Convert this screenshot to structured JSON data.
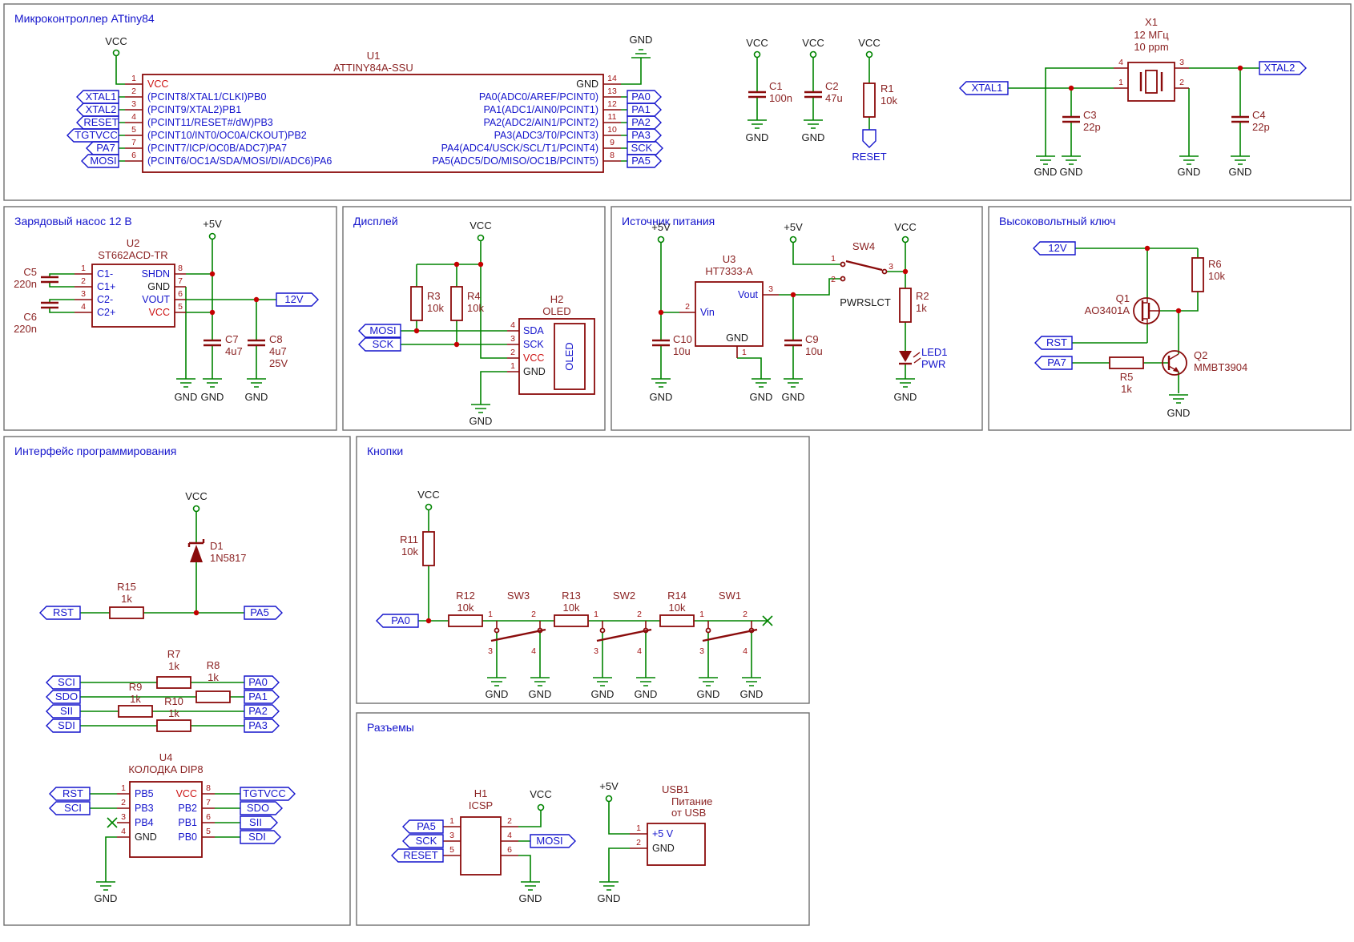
{
  "power": {
    "vcc": "VCC",
    "gnd": "GND",
    "p5": "+5V"
  },
  "sec1": {
    "title": "Микроконтроллер ATtiny84",
    "u1": {
      "ref": "U1",
      "value": "ATTINY84A-SSU",
      "lp": [
        {
          "n": "1",
          "t": "VCC"
        },
        {
          "n": "2",
          "t": "(PCINT8/XTAL1/CLKI)PB0"
        },
        {
          "n": "3",
          "t": "(PCINT9/XTAL2)PB1"
        },
        {
          "n": "4",
          "t": "(PCINT11/RESET#/dW)PB3"
        },
        {
          "n": "5",
          "t": "(PCINT10/INT0/OC0A/CKOUT)PB2"
        },
        {
          "n": "7",
          "t": "(PCINT7/ICP/OC0B/ADC7)PA7"
        },
        {
          "n": "6",
          "t": "(PCINT6/OC1A/SDA/MOSI/DI/ADC6)PA6"
        }
      ],
      "rp": [
        {
          "n": "14",
          "t": "GND"
        },
        {
          "n": "13",
          "t": "PA0(ADC0/AREF/PCINT0)"
        },
        {
          "n": "12",
          "t": "PA1(ADC1/AIN0/PCINT1)"
        },
        {
          "n": "11",
          "t": "PA2(ADC2/AIN1/PCINT2)"
        },
        {
          "n": "10",
          "t": "PA3(ADC3/T0/PCINT3)"
        },
        {
          "n": "9",
          "t": "PA4(ADC4/USCK/SCL/T1/PCINT4)"
        },
        {
          "n": "8",
          "t": "PA5(ADC5/DO/MISO/OC1B/PCINT5)"
        }
      ],
      "ll": [
        "XTAL1",
        "XTAL2",
        "RESET",
        "TGTVCC",
        "PA7",
        "MOSI"
      ],
      "rl": [
        "PA0",
        "PA1",
        "PA2",
        "PA3",
        "SCK",
        "PA5"
      ]
    },
    "c1": {
      "r": "C1",
      "v": "100n"
    },
    "c2": {
      "r": "C2",
      "v": "47u"
    },
    "r1": {
      "r": "R1",
      "v": "10k",
      "net": "RESET"
    },
    "x1": {
      "r": "X1",
      "v": "12 МГц",
      "v2": "10 ppm",
      "p": [
        "4",
        "1",
        "3",
        "2"
      ],
      "l1": "XTAL1",
      "l2": "XTAL2",
      "c3": {
        "r": "C3",
        "v": "22p"
      },
      "c4": {
        "r": "C4",
        "v": "22p"
      }
    }
  },
  "pump": {
    "title": "Зарядовый насос 12 В",
    "u2": {
      "ref": "U2",
      "value": "ST662ACD-TR",
      "lp": [
        {
          "n": "1",
          "t": "C1-"
        },
        {
          "n": "2",
          "t": "C1+"
        },
        {
          "n": "3",
          "t": "C2-"
        },
        {
          "n": "4",
          "t": "C2+"
        }
      ],
      "rp": [
        {
          "n": "8",
          "t": "SHDN"
        },
        {
          "n": "7",
          "t": "GND"
        },
        {
          "n": "6",
          "t": "VOUT"
        },
        {
          "n": "5",
          "t": "VCC"
        }
      ]
    },
    "c5": {
      "r": "C5",
      "v": "220n"
    },
    "c6": {
      "r": "C6",
      "v": "220n"
    },
    "c7": {
      "r": "C7",
      "v": "4u7"
    },
    "c8": {
      "r": "C8",
      "v": "4u7",
      "v2": "25V"
    },
    "out": "12V"
  },
  "disp": {
    "title": "Дисплей",
    "r3": {
      "r": "R3",
      "v": "10k"
    },
    "r4": {
      "r": "R4",
      "v": "10k"
    },
    "mosi": "MOSI",
    "sck": "SCK",
    "h2": {
      "ref": "H2",
      "value": "OLED",
      "screen": "OLED",
      "p": [
        {
          "n": "4",
          "t": "SDA"
        },
        {
          "n": "3",
          "t": "SCK"
        },
        {
          "n": "2",
          "t": "VCC"
        },
        {
          "n": "1",
          "t": "GND"
        }
      ]
    }
  },
  "psu": {
    "title": "Источник питания",
    "u3": {
      "ref": "U3",
      "value": "HT7333-A",
      "vin": "Vin",
      "vout": "Vout",
      "gnd": "GND",
      "n_vin": "2",
      "n_vout": "3",
      "n_gnd": "1"
    },
    "sw4": {
      "ref": "SW4",
      "n1": "1",
      "n2": "2",
      "n3": "3",
      "net": "PWRSLCT"
    },
    "c10": {
      "r": "C10",
      "v": "10u"
    },
    "c9": {
      "r": "C9",
      "v": "10u"
    },
    "r2": {
      "r": "R2",
      "v": "1k"
    },
    "led": {
      "r": "LED1",
      "v": "PWR"
    }
  },
  "hv": {
    "title": "Высоковольтный ключ",
    "in": "12V",
    "rst": "RST",
    "pa7": "PA7",
    "r6": {
      "r": "R6",
      "v": "10k"
    },
    "r5": {
      "r": "R5",
      "v": "1k"
    },
    "q1": {
      "r": "Q1",
      "v": "AO3401A"
    },
    "q2": {
      "r": "Q2",
      "v": "MMBT3904"
    }
  },
  "prog": {
    "title": "Интерфейс программирования",
    "d1": {
      "r": "D1",
      "v": "1N5817"
    },
    "r15": {
      "r": "R15",
      "v": "1k"
    },
    "rst": "RST",
    "pa5": "PA5",
    "r7": {
      "r": "R7",
      "v": "1k"
    },
    "r8": {
      "r": "R8",
      "v": "1k"
    },
    "r9": {
      "r": "R9",
      "v": "1k"
    },
    "r10": {
      "r": "R10",
      "v": "1k"
    },
    "ll": [
      "SCI",
      "SDO",
      "SII",
      "SDI"
    ],
    "rl": [
      "PA0",
      "PA1",
      "PA2",
      "PA3"
    ],
    "u4": {
      "ref": "U4",
      "value": "КОЛОДКА DIP8",
      "lp": [
        {
          "n": "1",
          "t": "PB5"
        },
        {
          "n": "2",
          "t": "PB3"
        },
        {
          "n": "3",
          "t": "PB4"
        },
        {
          "n": "4",
          "t": "GND"
        }
      ],
      "rp": [
        {
          "n": "8",
          "t": "VCC"
        },
        {
          "n": "7",
          "t": "PB2"
        },
        {
          "n": "6",
          "t": "PB1"
        },
        {
          "n": "5",
          "t": "PB0"
        }
      ],
      "ll": [
        "RST",
        "SCI"
      ],
      "rl": [
        "TGTVCC",
        "SDO",
        "SII",
        "SDI"
      ]
    }
  },
  "btn": {
    "title": "Кнопки",
    "pa0": "PA0",
    "r11": {
      "r": "R11",
      "v": "10k"
    },
    "r12": {
      "r": "R12",
      "v": "10k"
    },
    "r13": {
      "r": "R13",
      "v": "10k"
    },
    "r14": {
      "r": "R14",
      "v": "10k"
    },
    "sw3": "SW3",
    "sw2": "SW2",
    "sw1": "SW1",
    "n1": "1",
    "n2": "2",
    "n3": "3",
    "n4": "4"
  },
  "conn": {
    "title": "Разъемы",
    "h1": {
      "ref": "H1",
      "value": "ICSP",
      "n1": "1",
      "n3": "3",
      "n5": "5",
      "n2": "2",
      "n4": "4",
      "n6": "6",
      "pa5": "PA5",
      "sck": "SCK",
      "reset": "RESET",
      "mosi": "MOSI"
    },
    "usb": {
      "ref": "USB1",
      "v1": "Питание",
      "v2": "от USB",
      "p1": {
        "n": "1",
        "t": "+5 V"
      },
      "p2": {
        "n": "2",
        "t": "GND"
      }
    }
  }
}
